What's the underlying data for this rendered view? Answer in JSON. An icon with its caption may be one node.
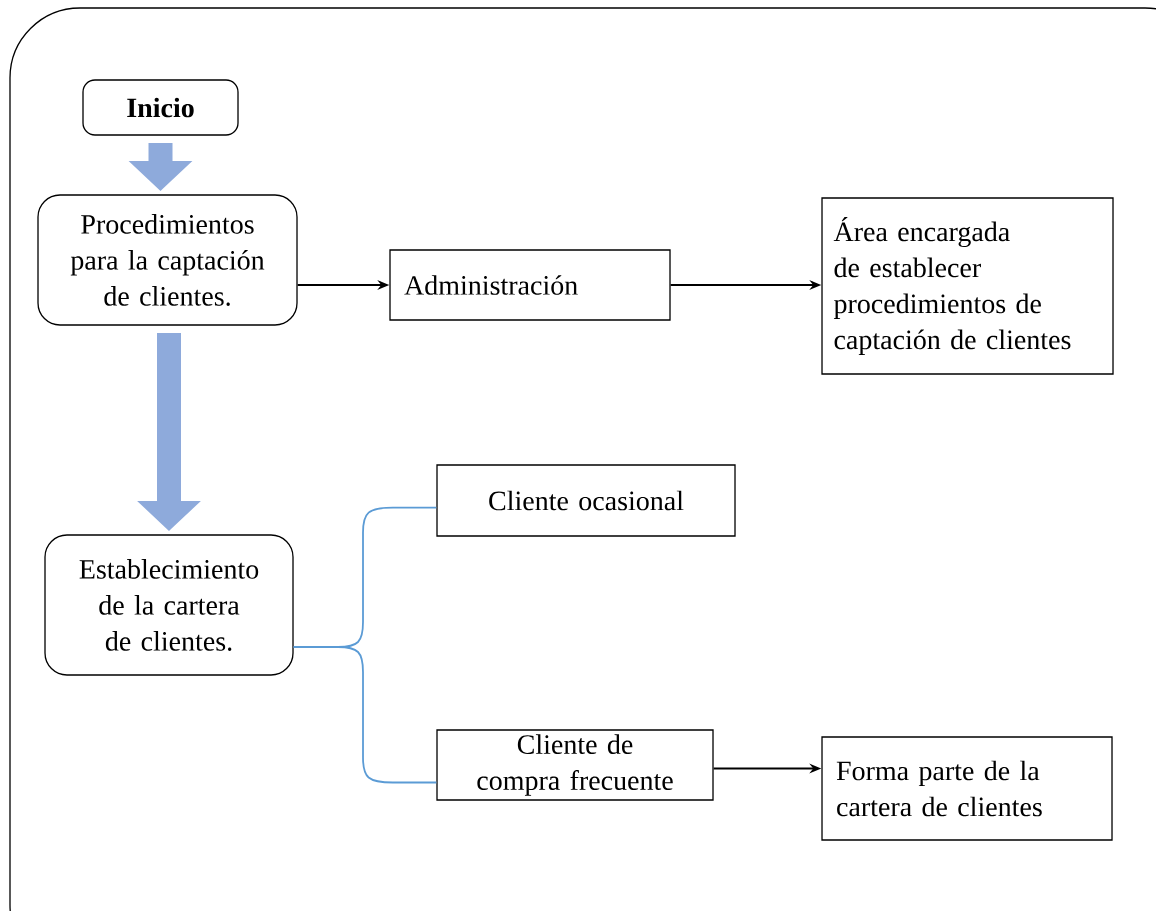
{
  "diagram": {
    "nodes": [
      {
        "text": [],
        "shape": "box"
      },
      {
        "text": [
          "Inicio"
        ],
        "in": 0
      },
      {
        "text": [
          "Procedimientos para la captación de clientes."
        ],
        "in": 0
      },
      {
        "text": [
          "Administración"
        ],
        "in": 0
      },
      {
        "text": [
          "Área encargada de establecer procedimientos de captación de clientes"
        ],
        "in": 0
      },
      {
        "text": [
          "Establecimiento de la cartera de clientes."
        ],
        "in": 0
      },
      {
        "text": [
          "Cliente ocasional"
        ],
        "in": 0
      },
      {
        "text": [
          "Cliente de compra frecuente"
        ],
        "in": 0
      },
      {
        "text": [
          "Forma parte de la cartera de clientes"
        ],
        "in": 0
      }
    ],
    "edges": [
      {
        "from": 1,
        "to": 2,
        "arrow": "to",
        "style": "thick",
        "color": "#8eaadb"
      },
      {
        "from": 2,
        "to": 3,
        "arrow": "to"
      },
      {
        "from": 3,
        "to": 4,
        "arrow": "to"
      },
      {
        "from": 2,
        "to": 5,
        "arrow": "to",
        "style": "thick",
        "color": "#8eaadb"
      },
      {
        "from": 5,
        "to": 6,
        "arrow": "none",
        "color": "#5b9bd5"
      },
      {
        "from": 5,
        "to": 7,
        "arrow": "none",
        "color": "#5b9bd5"
      },
      {
        "from": 7,
        "to": 8,
        "arrow": "to"
      }
    ]
  }
}
